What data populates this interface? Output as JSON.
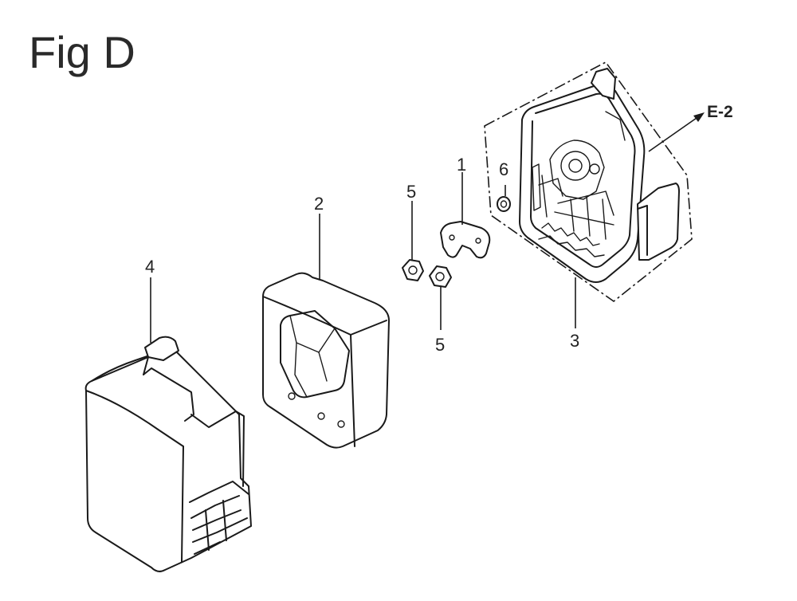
{
  "figure": {
    "title": "Fig D"
  },
  "callouts": {
    "part_1": "1",
    "part_2": "2",
    "part_3": "3",
    "part_4": "4",
    "part_5_upper": "5",
    "part_5_lower": "5",
    "part_6": "6"
  },
  "reference": {
    "label": "E-2"
  },
  "parts": [
    {
      "number": "1",
      "icon": "bracket"
    },
    {
      "number": "2",
      "icon": "gasket-spacer"
    },
    {
      "number": "3",
      "icon": "air-cleaner-case"
    },
    {
      "number": "4",
      "icon": "air-cleaner-cover"
    },
    {
      "number": "5",
      "icon": "nut"
    },
    {
      "number": "6",
      "icon": "collar"
    }
  ]
}
